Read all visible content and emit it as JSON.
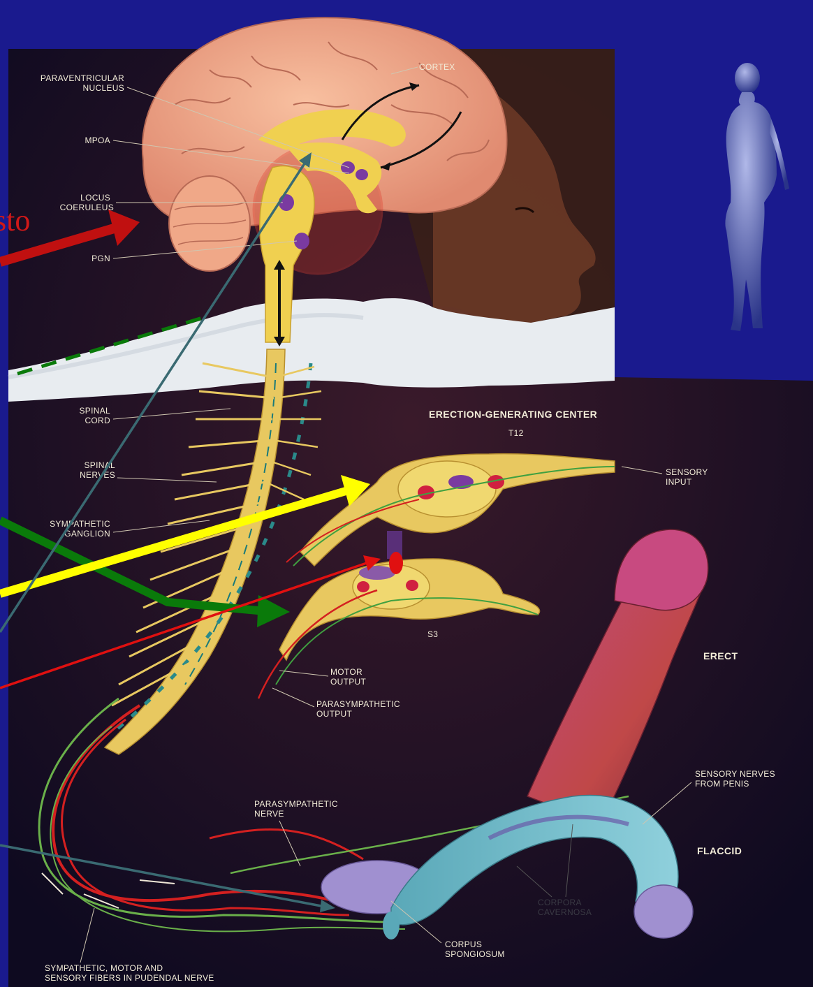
{
  "slide": {
    "partial_word": "sto",
    "background_color": "#1a1a8e"
  },
  "brain_labels": {
    "cortex": "CORTEX",
    "paraventricular": [
      "PARAVENTRICULAR",
      "NUCLEUS"
    ],
    "mpoa": "MPOA",
    "locus": [
      "LOCUS",
      "COERULEUS"
    ],
    "pgn": "PGN"
  },
  "spine_labels": {
    "spinal_cord": [
      "SPINAL",
      "CORD"
    ],
    "spinal_nerves": [
      "SPINAL",
      "NERVES"
    ],
    "sympathetic_ganglion": [
      "SYMPATHETIC",
      "GANGLION"
    ]
  },
  "center_labels": {
    "erection_center": "ERECTION-GENERATING CENTER",
    "t12": "T12",
    "s3": "S3",
    "sensory_input": [
      "SENSORY",
      "INPUT"
    ],
    "motor_output": [
      "MOTOR",
      "OUTPUT"
    ],
    "parasympathetic_output": [
      "PARASYMPATHETIC",
      "OUTPUT"
    ]
  },
  "penis_labels": {
    "erect": "ERECT",
    "flaccid": "FLACCID",
    "sensory_nerves": [
      "SENSORY NERVES",
      "FROM PENIS"
    ],
    "parasympathetic_nerve": [
      "PARASYMPATHETIC",
      "NERVE"
    ],
    "corpora_cavernosa": [
      "CORPORA",
      "CAVERNOSA"
    ],
    "corpus_spongiosum": [
      "CORPUS",
      "SPONGIOSUM"
    ],
    "pudendal": [
      "SYMPATHETIC, MOTOR AND",
      "SENSORY FIBERS IN PUDENDAL NERVE"
    ]
  },
  "colors": {
    "arrow_red": "#c01010",
    "arrow_green": "#0a7a0a",
    "arrow_yellow": "#ffff00",
    "arrow_teal": "#3a6a72",
    "nerve_red": "#d42020",
    "nerve_green": "#6ab04a"
  }
}
